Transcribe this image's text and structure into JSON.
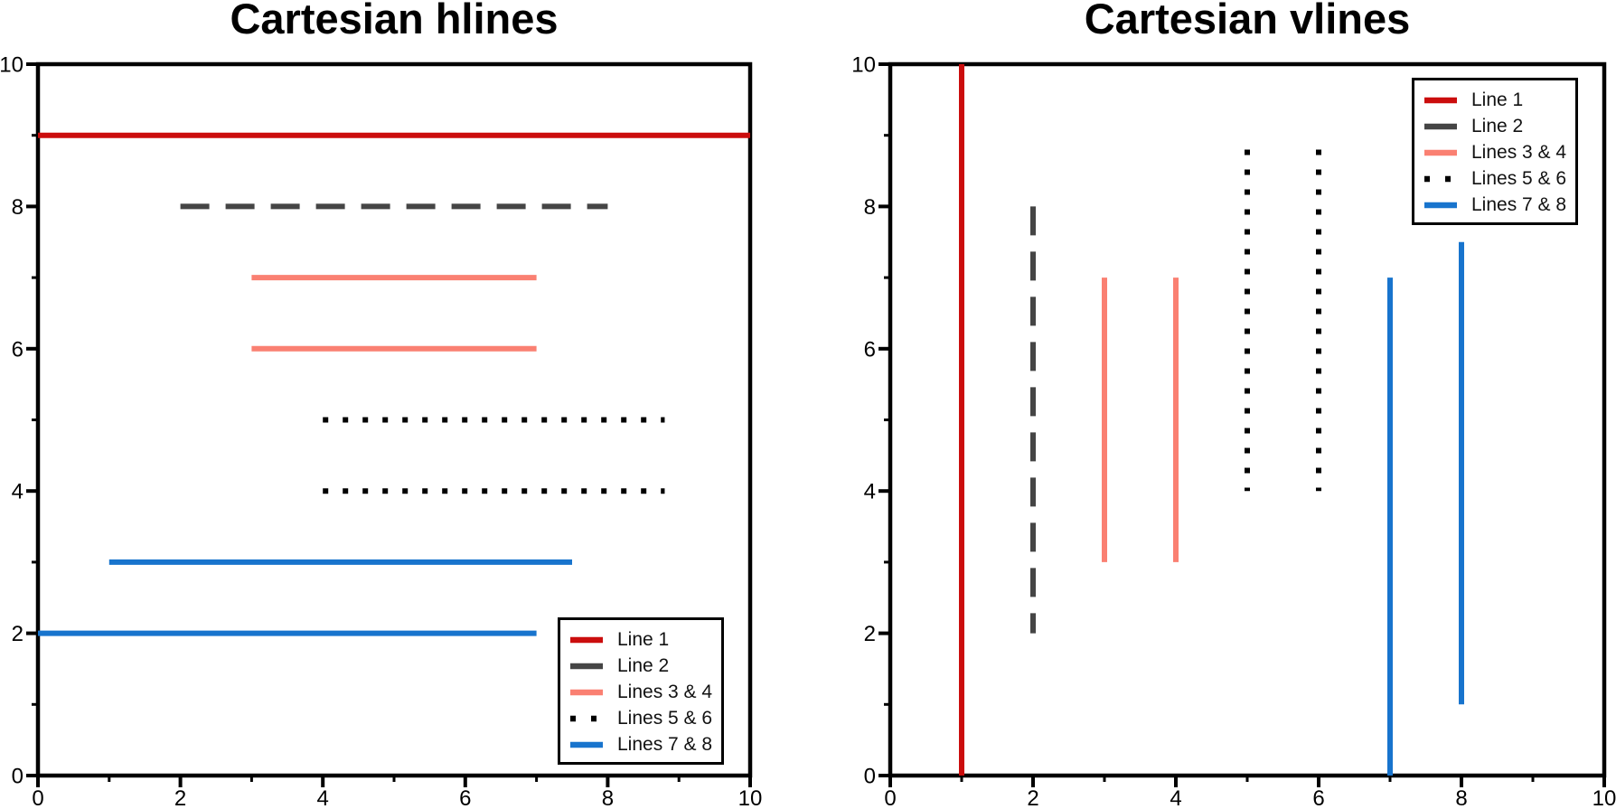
{
  "figure": {
    "background": "#ffffff",
    "axis_color": "#000000"
  },
  "chart_data": [
    {
      "type": "hlines",
      "title": "Cartesian hlines",
      "xlabel": "",
      "ylabel": "",
      "xlim": [
        0,
        10
      ],
      "ylim": [
        0,
        10
      ],
      "xticks": [
        0,
        2,
        4,
        6,
        8,
        10
      ],
      "yticks": [
        0,
        2,
        4,
        6,
        8,
        10
      ],
      "minor_xticks": [
        1,
        3,
        5,
        7,
        9
      ],
      "minor_yticks": [
        1,
        3,
        5,
        7,
        9
      ],
      "grid": "off",
      "legend_position": "lower right",
      "series": [
        {
          "label": "Line 1",
          "color": "#CB0D0D",
          "linestyle": "solid",
          "segments": [
            {
              "y": 9,
              "xmin": 0,
              "xmax": 10
            }
          ]
        },
        {
          "label": "Line 2",
          "color": "#454545",
          "linestyle": "dashed",
          "segments": [
            {
              "y": 8,
              "xmin": 2,
              "xmax": 8
            }
          ]
        },
        {
          "label": "Lines 3 & 4",
          "color": "#FA8072",
          "linestyle": "solid",
          "segments": [
            {
              "y": 7,
              "xmin": 3,
              "xmax": 7
            },
            {
              "y": 6,
              "xmin": 3,
              "xmax": 7
            }
          ]
        },
        {
          "label": "Lines 5 & 6",
          "color": "#000000",
          "linestyle": "dotted",
          "segments": [
            {
              "y": 5,
              "xmin": 4,
              "xmax": 8.8
            },
            {
              "y": 4,
              "xmin": 4,
              "xmax": 8.8
            }
          ]
        },
        {
          "label": "Lines 7 & 8",
          "color": "#1874CD",
          "linestyle": "solid",
          "segments": [
            {
              "y": 3,
              "xmin": 1,
              "xmax": 7.5
            },
            {
              "y": 2,
              "xmin": 0,
              "xmax": 7
            }
          ]
        }
      ]
    },
    {
      "type": "vlines",
      "title": "Cartesian vlines",
      "xlabel": "",
      "ylabel": "",
      "xlim": [
        0,
        10
      ],
      "ylim": [
        0,
        10
      ],
      "xticks": [
        0,
        2,
        4,
        6,
        8,
        10
      ],
      "yticks": [
        0,
        2,
        4,
        6,
        8,
        10
      ],
      "minor_xticks": [
        1,
        3,
        5,
        7,
        9
      ],
      "minor_yticks": [
        1,
        3,
        5,
        7,
        9
      ],
      "grid": "off",
      "legend_position": "upper right",
      "series": [
        {
          "label": "Line 1",
          "color": "#CB0D0D",
          "linestyle": "solid",
          "segments": [
            {
              "x": 1,
              "ymin": 0,
              "ymax": 10
            }
          ]
        },
        {
          "label": "Line 2",
          "color": "#454545",
          "linestyle": "dashed",
          "segments": [
            {
              "x": 2,
              "ymin": 2,
              "ymax": 8
            }
          ]
        },
        {
          "label": "Lines 3 & 4",
          "color": "#FA8072",
          "linestyle": "solid",
          "segments": [
            {
              "x": 3,
              "ymin": 3,
              "ymax": 7
            },
            {
              "x": 4,
              "ymin": 3,
              "ymax": 7
            }
          ]
        },
        {
          "label": "Lines 5 & 6",
          "color": "#000000",
          "linestyle": "dotted",
          "segments": [
            {
              "x": 5,
              "ymin": 4,
              "ymax": 8.8
            },
            {
              "x": 6,
              "ymin": 4,
              "ymax": 8.8
            }
          ]
        },
        {
          "label": "Lines 7 & 8",
          "color": "#1874CD",
          "linestyle": "solid",
          "segments": [
            {
              "x": 7,
              "ymin": 0,
              "ymax": 7
            },
            {
              "x": 8,
              "ymin": 1,
              "ymax": 7.5
            }
          ]
        }
      ]
    }
  ]
}
